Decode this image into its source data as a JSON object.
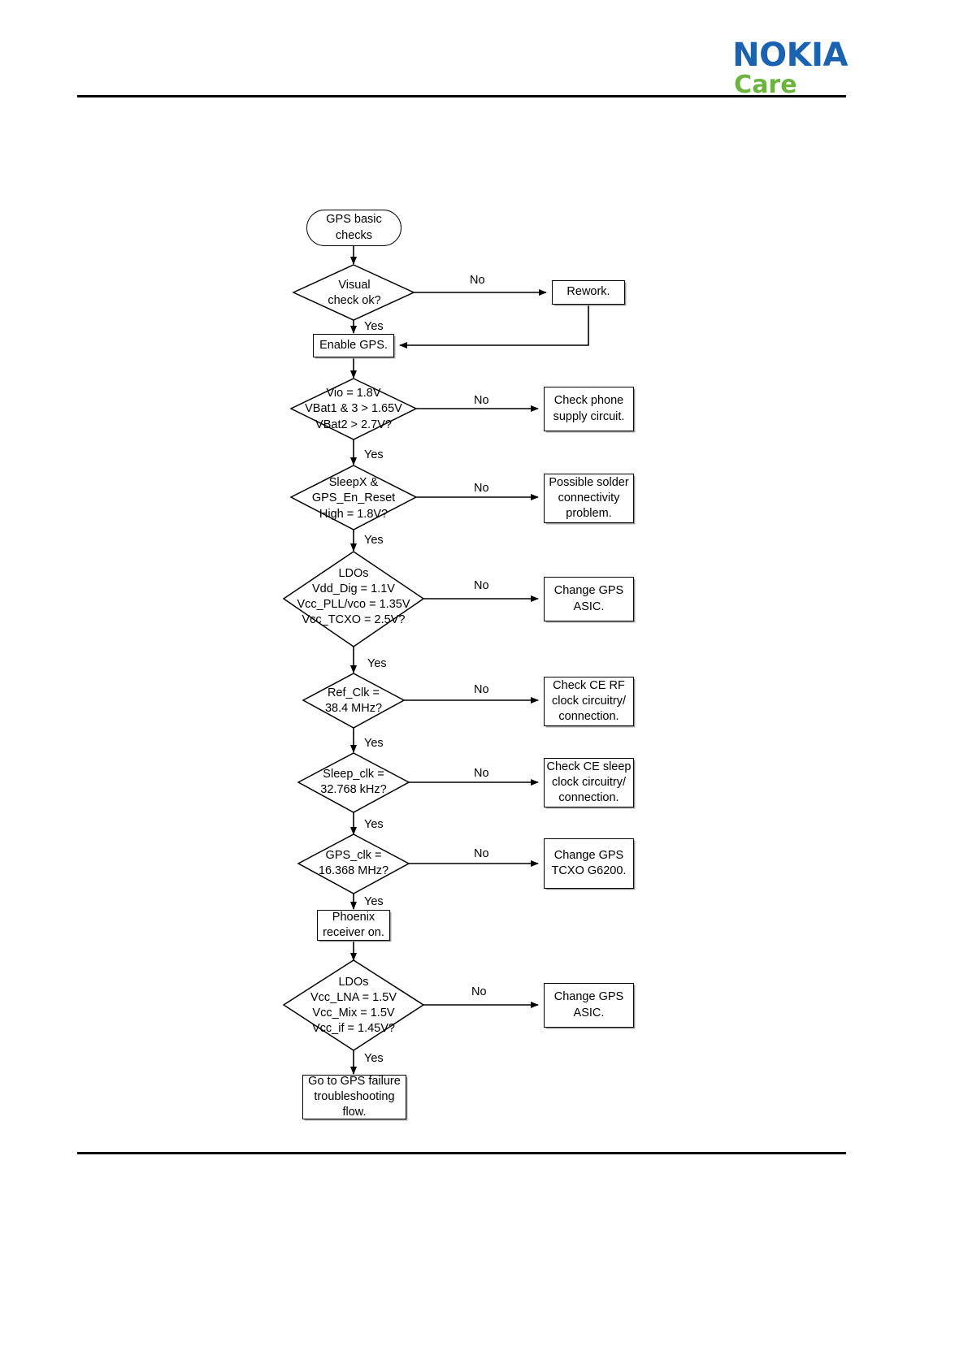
{
  "header": {
    "brand_primary": "NOKIA",
    "brand_secondary": "Care"
  },
  "chart_data": {
    "type": "flowchart",
    "title": "GPS basic checks",
    "nodes": [
      {
        "id": "start",
        "kind": "terminator",
        "text": "GPS basic\nchecks"
      },
      {
        "id": "visual",
        "kind": "decision",
        "text": "Visual\ncheck ok?"
      },
      {
        "id": "rework",
        "kind": "process",
        "text": "Rework."
      },
      {
        "id": "enable",
        "kind": "process",
        "text": "Enable GPS."
      },
      {
        "id": "supply",
        "kind": "decision",
        "text": "Vio = 1.8V\nVBat1 & 3 > 1.65V\nVBat2 > 2.7V?"
      },
      {
        "id": "phonesupply",
        "kind": "process",
        "text": "Check phone\nsupply circuit."
      },
      {
        "id": "sleepx",
        "kind": "decision",
        "text": "SleepX &\nGPS_En_Reset\nHigh = 1.8V?"
      },
      {
        "id": "solder",
        "kind": "process",
        "text": "Possible solder\nconnectivity\nproblem."
      },
      {
        "id": "ldos1",
        "kind": "decision",
        "text": "LDOs\nVdd_Dig = 1.1V\nVcc_PLL/vco = 1.35V\nVcc_TCXO = 2.5V?"
      },
      {
        "id": "asic1",
        "kind": "process",
        "text": "Change GPS\nASIC."
      },
      {
        "id": "refclk",
        "kind": "decision",
        "text": "Ref_Clk =\n38.4 MHz?"
      },
      {
        "id": "cerf",
        "kind": "process",
        "text": "Check CE RF\nclock circuitry/\nconnection."
      },
      {
        "id": "sleepclk",
        "kind": "decision",
        "text": "Sleep_clk =\n32.768 kHz?"
      },
      {
        "id": "cesleep",
        "kind": "process",
        "text": "Check CE sleep\nclock circuitry/\nconnection."
      },
      {
        "id": "gpsclk",
        "kind": "decision",
        "text": "GPS_clk =\n16.368 MHz?"
      },
      {
        "id": "tcxo",
        "kind": "process",
        "text": "Change GPS\nTCXO G6200."
      },
      {
        "id": "phoenix",
        "kind": "process",
        "text": "Phoenix\nreceiver on."
      },
      {
        "id": "ldos2",
        "kind": "decision",
        "text": "LDOs\nVcc_LNA = 1.5V\nVcc_Mix = 1.5V\nVcc_if = 1.45V?"
      },
      {
        "id": "asic2",
        "kind": "process",
        "text": "Change GPS\nASIC."
      },
      {
        "id": "failflow",
        "kind": "process",
        "text": "Go to GPS failure\ntroubleshooting\nflow."
      }
    ],
    "edge_labels": {
      "no_visual": "No",
      "yes_visual": "Yes",
      "no_supply": "No",
      "yes_supply": "Yes",
      "no_sleepx": "No",
      "yes_sleepx": "Yes",
      "no_ldos1": "No",
      "yes_ldos1": "Yes",
      "no_refclk": "No",
      "yes_refclk": "Yes",
      "no_sleepclk": "No",
      "yes_sleepclk": "Yes",
      "no_gpsclk": "No",
      "yes_gpsclk": "Yes",
      "no_ldos2": "No",
      "yes_ldos2": "Yes"
    }
  }
}
